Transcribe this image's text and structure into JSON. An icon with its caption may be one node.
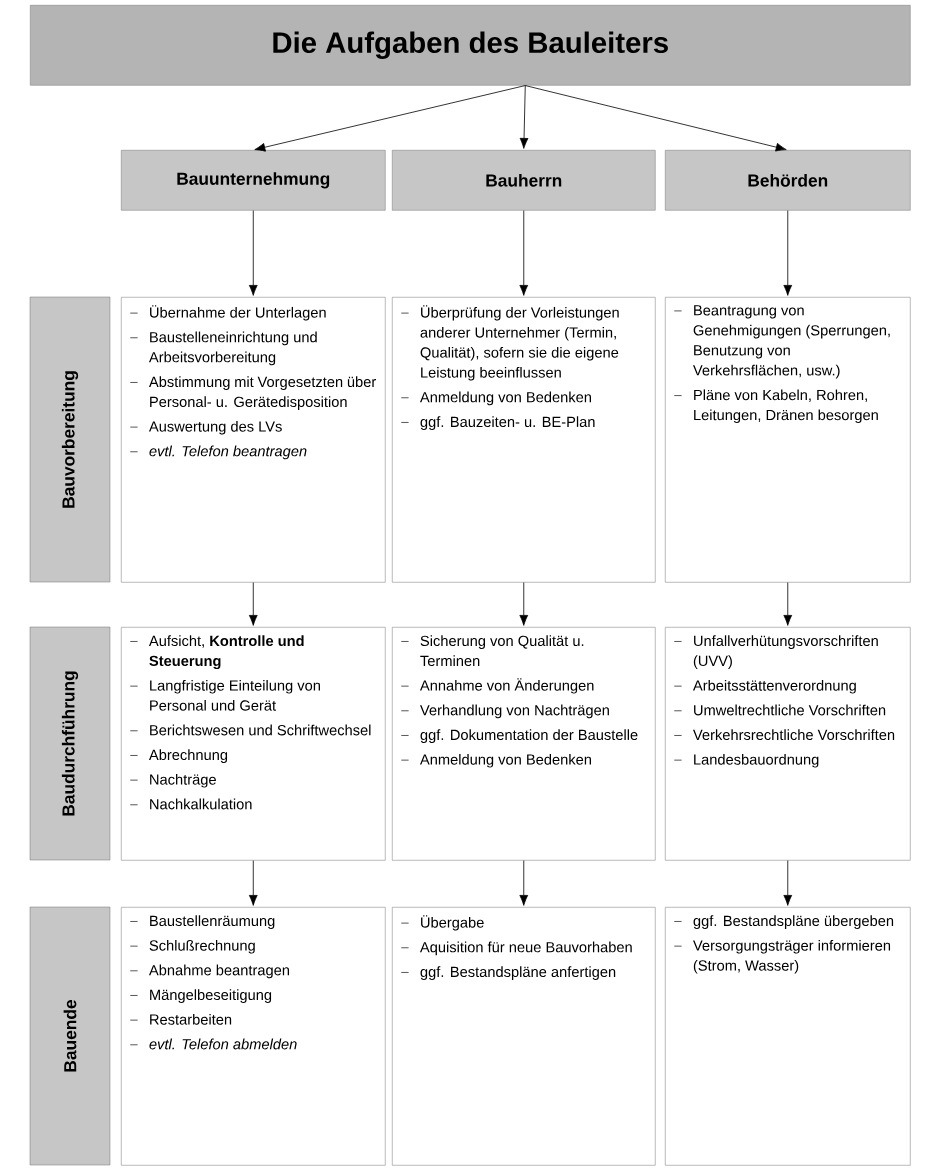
{
  "diagram": {
    "nodes": [
      {
        "text": [
          "Die Aufgaben des Bauleiters"
        ]
      },
      {
        "text": [
          "Bauunternehmung"
        ]
      },
      {
        "text": [
          "Bauherrn"
        ]
      },
      {
        "text": [
          "Behörden"
        ]
      },
      {
        "text": [
          "Bauvorbereitung"
        ]
      },
      {
        "text": [
          "Übernahme der Unterlagen",
          "Baustelleneinrichtung und Arbeitsvorbereitung",
          "Abstimmung mit Vorgesetzten über Personal- u. Gerätedisposition",
          "Auswertung des LVs",
          "*evtl. Telefon beantragen*"
        ]
      },
      {
        "text": [
          "Überprüfung der Vorleistungen anderer Unternehmer (Termin, Qualität), sofern sie die eigene Leistung beeinflussen",
          "Anmeldung von Bedenken",
          "ggf. Bauzeiten- u. BE-Plan"
        ]
      },
      {
        "text": [
          "Beantragung von Genehmigungen (Sperrungen, Benutzung von Verkehrsflächen, usw.)",
          "Pläne von Kabeln, Rohren, Leitungen, Dränen besorgen"
        ]
      },
      {
        "text": [
          "Baudurchführung"
        ]
      },
      {
        "text": [
          "Aufsicht, **Kontrolle und Steuerung**",
          "Langfristige Einteilung von Personal und Gerät",
          "Berichtswesen und Schriftwechsel",
          "Abrechnung",
          "Nachträge",
          "Nachkalkulation"
        ]
      },
      {
        "text": [
          "Sicherung von Qualität u. Terminen",
          "Annahme von Änderungen",
          "Verhandlung von Nachträgen",
          "ggf. Dokumentation der Baustelle",
          "Anmeldung von Bedenken"
        ]
      },
      {
        "text": [
          "Unfallverhütungsvorschriften (UVV)",
          "Arbeitsstättenverordnung",
          "Umweltrechtliche Vorschriften",
          "Verkehrsrechtliche Vorschriften",
          "Landesbauordnung"
        ]
      },
      {
        "text": [
          "Bauende"
        ]
      },
      {
        "text": [
          "Baustellenräumung",
          "Schlußrechnung",
          "Abnahme beantragen",
          "Mängelbeseitigung",
          "Restarbeiten",
          "*evtl. Telefon abmelden*"
        ]
      },
      {
        "text": [
          "Übergabe",
          "Aquisition für neue Bauvorhaben",
          "ggf. Bestandspläne anfertigen"
        ]
      },
      {
        "text": [
          "ggf. Bestandspläne übergeben",
          "Versorgungsträger informieren (Strom, Wasser)"
        ]
      }
    ],
    "edges": [
      {
        "from": 0,
        "to": 1,
        "arrow": "to"
      },
      {
        "from": 0,
        "to": 2,
        "arrow": "to"
      },
      {
        "from": 0,
        "to": 3,
        "arrow": "to"
      },
      {
        "from": 1,
        "to": 5,
        "arrow": "to"
      },
      {
        "from": 2,
        "to": 6,
        "arrow": "to"
      },
      {
        "from": 3,
        "to": 7,
        "arrow": "to"
      },
      {
        "from": 5,
        "to": 9,
        "arrow": "to"
      },
      {
        "from": 6,
        "to": 10,
        "arrow": "to"
      },
      {
        "from": 7,
        "to": 11,
        "arrow": "to"
      },
      {
        "from": 9,
        "to": 13,
        "arrow": "to"
      },
      {
        "from": 10,
        "to": 14,
        "arrow": "to"
      },
      {
        "from": 11,
        "to": 15,
        "arrow": "to"
      }
    ]
  }
}
